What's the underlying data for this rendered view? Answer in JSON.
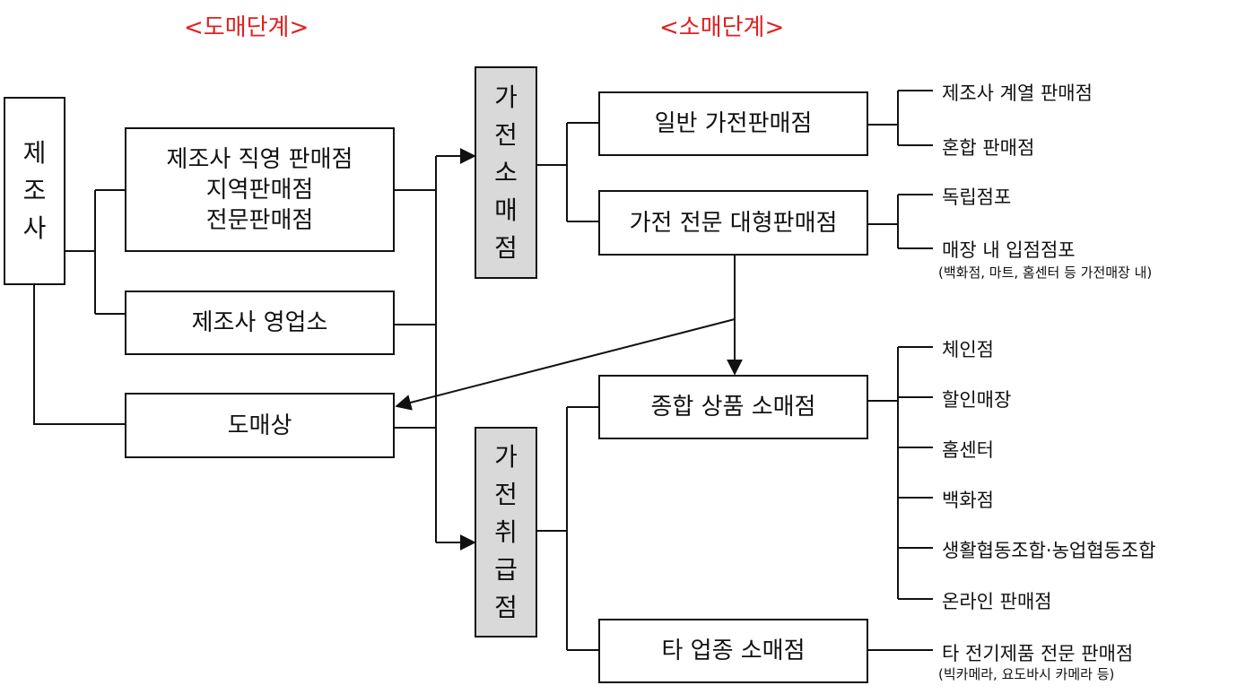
{
  "stages": {
    "wholesale": "<도매단계>",
    "retail": "<소매단계>"
  },
  "nodes": {
    "manufacturer": "제조사",
    "direct_stores": "제조사 직영 판매점\n지역판매점\n전문판매점",
    "sales_office": "제조사 영업소",
    "wholesaler": "도매상",
    "appliance_retail": "가전소매점",
    "appliance_handling": "가전취급점",
    "general_store": "일반 가전판매점",
    "large_specialty": "가전 전문 대형판매점",
    "general_merch": "종합 상품 소매점",
    "other_industry": "타 업종 소매점"
  },
  "leaves": {
    "general_store": [
      "제조사 계열 판매점",
      "혼합 판매점"
    ],
    "large_specialty": [
      "독립점포",
      "매장 내 입점점포"
    ],
    "large_specialty_note": "(백화점, 마트, 홈센터 등 가전매장 내)",
    "general_merch": [
      "체인점",
      "할인매장",
      "홈센터",
      "백화점",
      "생활협동조합·농업협동조합",
      "온라인 판매점"
    ],
    "other_industry": [
      "타 전기제품 전문 판매점"
    ],
    "other_industry_note": "(빅카메라, 요도바시 카메라 등)"
  }
}
